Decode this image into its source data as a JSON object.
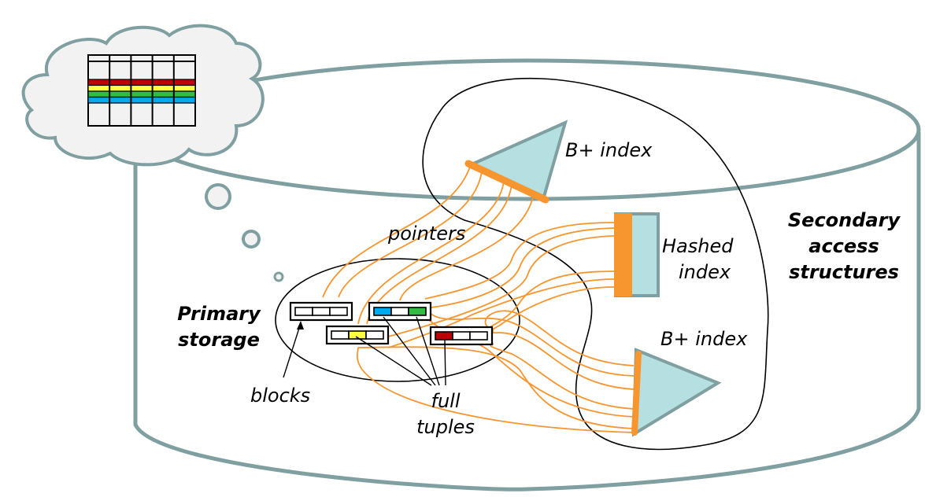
{
  "diagram": {
    "labels": {
      "b_plus_index_top": "B+ index",
      "b_plus_index_bottom": "B+ index",
      "hashed_index_line1": "Hashed",
      "hashed_index_line2": "index",
      "secondary_line1": "Secondary",
      "secondary_line2": "access",
      "secondary_line3": "structures",
      "primary_line1": "Primary",
      "primary_line2": "storage",
      "pointers": "pointers",
      "blocks": "blocks",
      "full_tuples_line1": "full",
      "full_tuples_line2": "tuples"
    },
    "thought_table": {
      "columns": 5,
      "row_colors": [
        "#c00000",
        "#ffff44",
        "#33bb44",
        "#00aaee"
      ]
    },
    "blocks": [
      {
        "name": "block-1",
        "slots": [
          "",
          "",
          ""
        ]
      },
      {
        "name": "block-2",
        "slots": [
          "#00aaee",
          "",
          "#33bb44"
        ]
      },
      {
        "name": "block-3",
        "slots": [
          "",
          "#ffff44",
          ""
        ]
      },
      {
        "name": "block-4",
        "slots": [
          "#c00000",
          "",
          ""
        ]
      }
    ],
    "colors": {
      "cylinder": "#7f9fa0",
      "index_fill": "#b5dfe0",
      "pointer": "#f7952f",
      "cloud_fill": "#f2f2f2"
    }
  }
}
